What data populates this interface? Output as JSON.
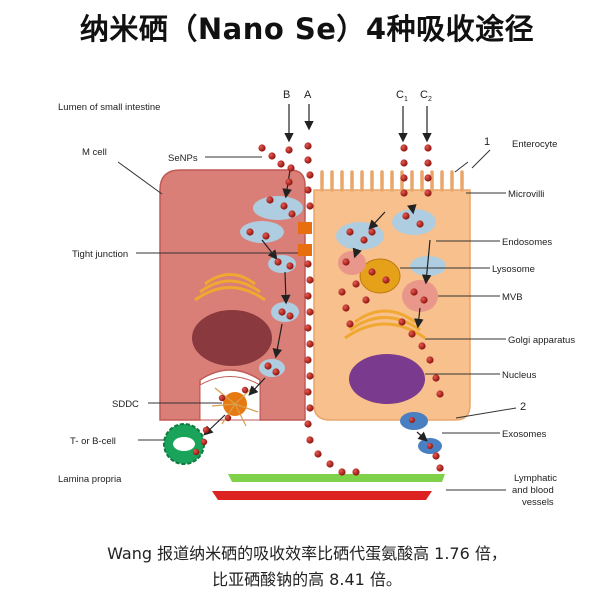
{
  "title": "纳米硒（Nano Se）4种吸收途径",
  "labels": {
    "lumen": "Lumen of small intestine",
    "m_cell": "M cell",
    "senps": "SeNPs",
    "tight_junction": "Tight junction",
    "sddc": "SDDC",
    "tb_cell": "T- or B-cell",
    "lamina": "Lamina propria",
    "enterocyte": "Enterocyte",
    "microvilli": "Microvilli",
    "endosomes": "Endosomes",
    "lysosome": "Lysosome",
    "mvb": "MVB",
    "golgi": "Golgi apparatus",
    "nucleus": "Nucleus",
    "exosomes": "Exosomes",
    "lymph1": "Lymphatic",
    "lymph2": "and blood",
    "lymph3": "vessels",
    "path_b": "B",
    "path_a": "A",
    "path_c": "C",
    "sub1": "1",
    "sub2": "2",
    "num1": "1",
    "num2": "2"
  },
  "caption": {
    "line1": "Wang 报道纳米硒的吸收效率比硒代蛋氨酸高 1.76 倍，",
    "line2": "比亚硒酸钠的高 8.41 倍。"
  },
  "colors": {
    "m_cell": "#d97f78",
    "enterocyte": "#f7c08c",
    "nanoparticle": "#b0201c",
    "nucleus_m": "#8a3a3e",
    "nucleus_e": "#7a3a8e",
    "vesicle": "#aecde0",
    "lysosome": "#e6a11a",
    "tb_cell": "#1aa35a",
    "lymph": "#7fd14a",
    "blood": "#dd2222"
  }
}
